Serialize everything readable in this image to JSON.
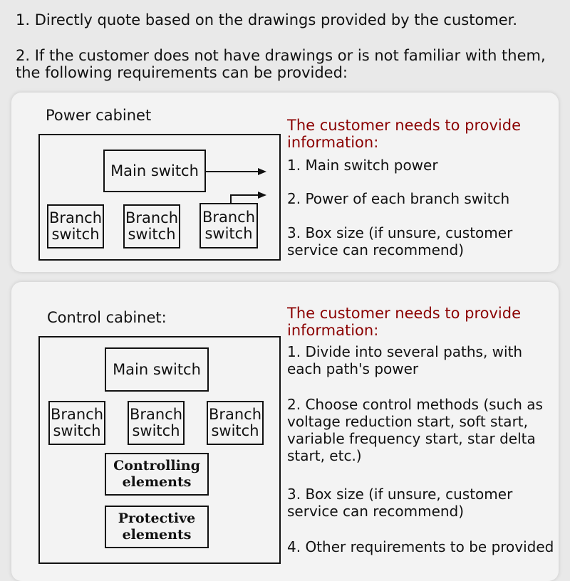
{
  "intro": {
    "line1": "1. Directly quote based on the drawings provided by the customer.",
    "line2": "2. If the customer does not have drawings or is not familiar with them, the following requirements can be provided:"
  },
  "power_cabinet": {
    "title": "Power cabinet",
    "main_switch": "Main switch",
    "branches": [
      "Branch switch",
      "Branch switch",
      "Branch switch"
    ],
    "requirements_title": "The customer needs to provide information:",
    "requirements": [
      "1. Main switch power",
      "2. Power of each branch switch",
      "3. Box size (if unsure, customer service can recommend)"
    ]
  },
  "control_cabinet": {
    "title": "Control cabinet:",
    "main_switch": "Main switch",
    "branches": [
      "Branch switch",
      "Branch switch",
      "Branch switch"
    ],
    "controlling": "Controlling elements",
    "protective": "Protective elements",
    "requirements_title": "The customer needs to provide information:",
    "requirements": [
      "1. Divide into several paths, with each path's power",
      "2. Choose control methods (such as voltage reduction start, soft start, variable frequency start, star delta start, etc.)",
      "3. Box size (if unsure, customer service can recommend)",
      "4. Other requirements to be provided"
    ]
  },
  "colors": {
    "requirements_title": "#8b0000"
  }
}
